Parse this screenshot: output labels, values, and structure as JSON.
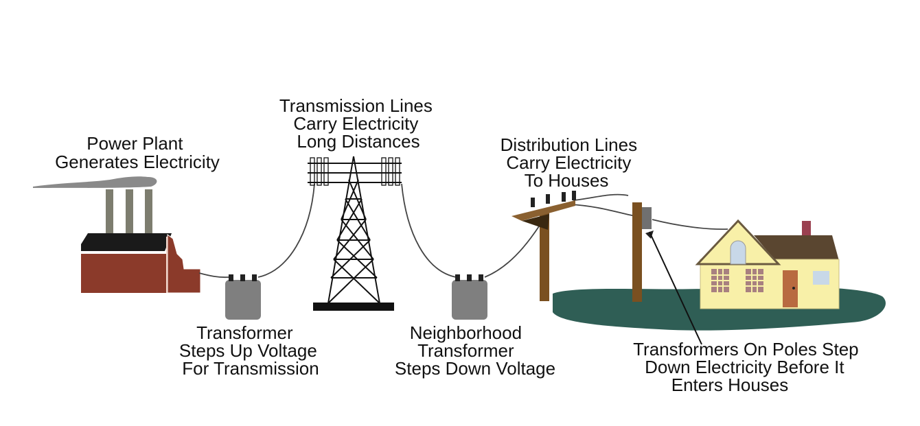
{
  "labels": {
    "power_plant": [
      "Power Plant",
      "Generates Electricity"
    ],
    "transmission_lines": [
      "Transmission Lines",
      "Carry Electricity",
      "Long Distances"
    ],
    "distribution_lines": [
      "Distribution Lines",
      "Carry Electricity",
      "To Houses"
    ],
    "step_up_transformer": [
      "Transformer",
      "Steps Up Voltage",
      "For Transmission"
    ],
    "neighborhood_transformer": [
      "Neighborhood",
      "Transformer",
      "Steps Down Voltage"
    ],
    "pole_transformers": [
      "Transformers On Poles Step",
      "Down Electricity Before It",
      "Enters Houses"
    ]
  },
  "colors": {
    "brick": "#8b3a2a",
    "roof_black": "#1a1a1a",
    "transformer_gray": "#7f7f7f",
    "pole_brown": "#7a5020",
    "ground_green": "#2f5e55",
    "house_yellow": "#f8f0a8",
    "house_roof": "#5a4630"
  }
}
